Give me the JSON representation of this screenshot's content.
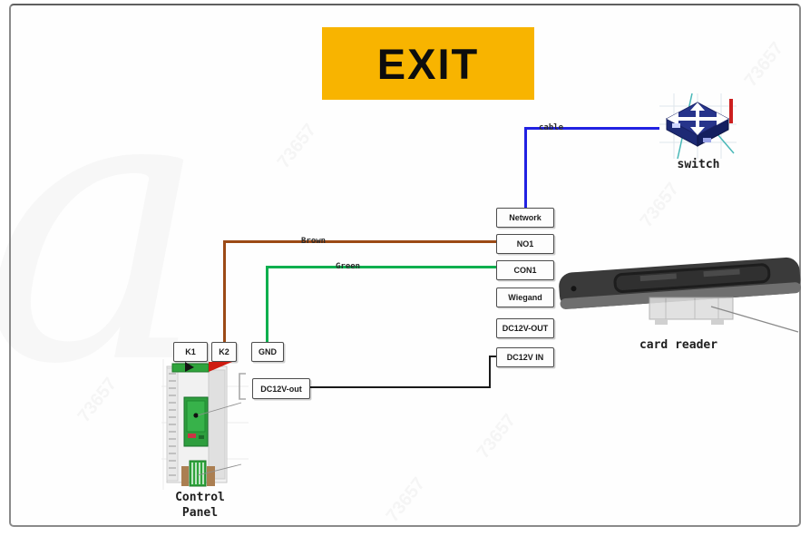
{
  "banner": {
    "label": "EXIT",
    "bg": "#F8B400"
  },
  "wires": {
    "cable": {
      "label": "cable",
      "color": "#2121E2"
    },
    "brown": {
      "label": "Brown",
      "color": "#9C4A16"
    },
    "green": {
      "label": "Green",
      "color": "#0DAF4E"
    },
    "power": {
      "color": "#1a1a1a"
    }
  },
  "connectors": [
    {
      "label": "Network"
    },
    {
      "label": "NO1"
    },
    {
      "label": "CON1"
    },
    {
      "label": "Wiegand"
    },
    {
      "label": "DC12V-OUT"
    },
    {
      "label": "DC12V IN"
    }
  ],
  "terminals": [
    {
      "label": "K1"
    },
    {
      "label": "K2"
    },
    {
      "label": "GND"
    }
  ],
  "power_box": {
    "label": "DC12V-out"
  },
  "devices": {
    "switch": {
      "label": "switch"
    },
    "card_reader": {
      "label": "card reader"
    },
    "control_panel": {
      "line1": "Control",
      "line2": "Panel"
    }
  },
  "watermark": {
    "text": "73657",
    "letter": "a"
  }
}
